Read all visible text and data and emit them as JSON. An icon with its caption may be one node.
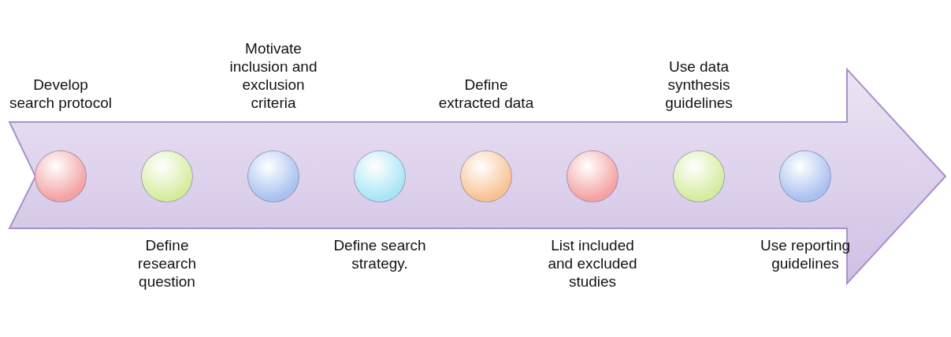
{
  "diagram": {
    "nodes": [
      {
        "text": [],
        "shape": "circle",
        "beside": [
          "Develop search protocol"
        ]
      },
      {
        "text": [],
        "shape": "circle",
        "beside": [
          "Define research question"
        ]
      },
      {
        "text": [],
        "shape": "circle",
        "beside": [
          "Motivate inclusion and exclusion criteria"
        ]
      },
      {
        "text": [],
        "shape": "circle",
        "beside": [
          "Define search strategy."
        ]
      },
      {
        "text": [],
        "shape": "circle",
        "beside": [
          "Define extracted data"
        ]
      },
      {
        "text": [],
        "shape": "circle",
        "beside": [
          "List included and excluded studies"
        ]
      },
      {
        "text": [],
        "shape": "circle",
        "beside": [
          "Use data synthesis guidelines"
        ]
      },
      {
        "text": [],
        "shape": "circle",
        "beside": [
          "Use reporting guidelines"
        ]
      }
    ]
  }
}
